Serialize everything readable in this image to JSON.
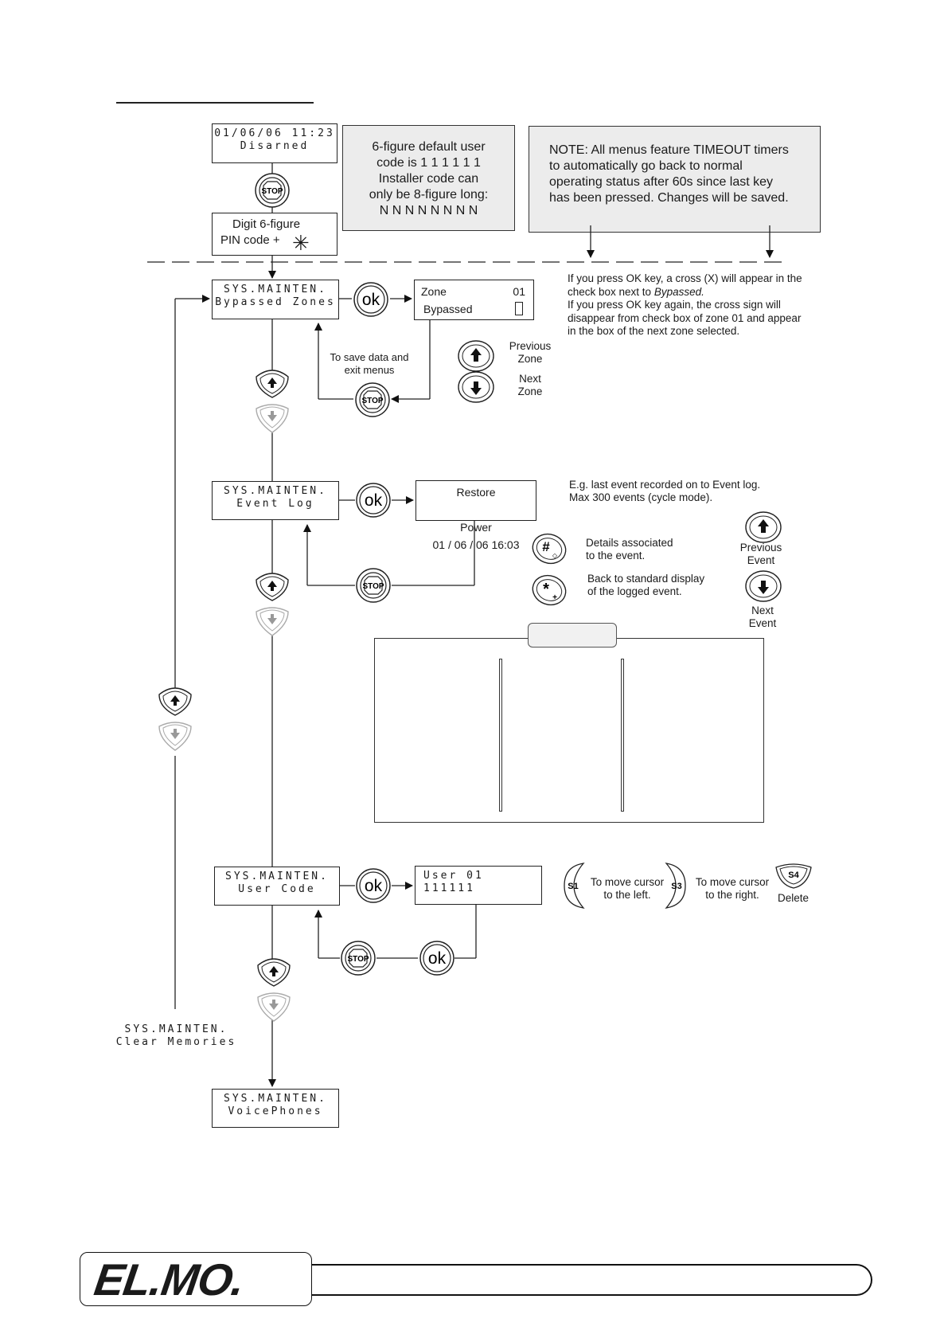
{
  "start_display": {
    "line1": "01/06/06 11:23",
    "line2": "Disarned"
  },
  "pin_box": {
    "line1": "Digit 6-figure",
    "line2": "PIN code  +"
  },
  "note_default_code": {
    "lines": [
      "6-figure default user",
      "code is 1 1 1 1 1 1",
      "Installer code can",
      "only be 8-figure long:",
      "N N N N N N N N"
    ]
  },
  "note_timeout": {
    "lines": [
      "NOTE: All menus feature TIMEOUT timers",
      "to automatically go back to normal",
      "operating status after 60s since last key",
      "has been pressed. Changes will be saved."
    ]
  },
  "bypass_menu": {
    "line1": "SYS.MAINTEN.",
    "line2": "Bypassed Zones"
  },
  "zone_display": {
    "label": "Zone",
    "number": "01",
    "status": "Bypassed"
  },
  "bypass_help": {
    "line1": "If you press OK key, a cross (X) will appear in the",
    "line2": "check box next to",
    "line2_em": "Bypassed.",
    "line3": "If you press OK key again, the cross sign will",
    "line4": "disappear from check box of zone 01 and appear",
    "line5": "in the box of the next zone selected."
  },
  "save_exit": {
    "line1": "To save data and",
    "line2": "exit menus"
  },
  "prev_zone": {
    "line1": "Previous",
    "line2": "Zone"
  },
  "next_zone": {
    "line1": "Next",
    "line2": "Zone"
  },
  "event_menu": {
    "line1": "SYS.MAINTEN.",
    "line2": "Event Log"
  },
  "event_display": {
    "line1_a": "Restore",
    "line1_b": "Power",
    "line2": "01 / 06 / 06  16:03"
  },
  "event_help": {
    "line1": "E.g. last event recorded on to Event log.",
    "line2": "Max 300 events (cycle mode)."
  },
  "details_text": {
    "line1": "Details associated",
    "line2": "to the event."
  },
  "back_text": {
    "line1": "Back to standard display",
    "line2": "of the logged event."
  },
  "prev_event": {
    "line1": "Previous",
    "line2": "Event"
  },
  "next_event": {
    "line1": "Next",
    "line2": "Event"
  },
  "user_menu": {
    "line1": "SYS.MAINTEN.",
    "line2": "User Code"
  },
  "user_display": {
    "line1": "User  01",
    "line2": "111111"
  },
  "cursor_left": {
    "line1": "To move cursor",
    "line2": "to the left."
  },
  "cursor_right": {
    "line1": "To move cursor",
    "line2": "to the right."
  },
  "delete_label": "Delete",
  "clear_memories": {
    "line1": "SYS.MAINTEN.",
    "line2": "Clear Memories"
  },
  "voice_menu": {
    "line1": "SYS.MAINTEN.",
    "line2": "VoicePhones"
  },
  "keys": {
    "stop": "STOP",
    "ok": "ok",
    "hash": "#",
    "star": "*",
    "s1": "S1",
    "s3": "S3",
    "s4": "S4"
  },
  "logo": "EL.MO."
}
